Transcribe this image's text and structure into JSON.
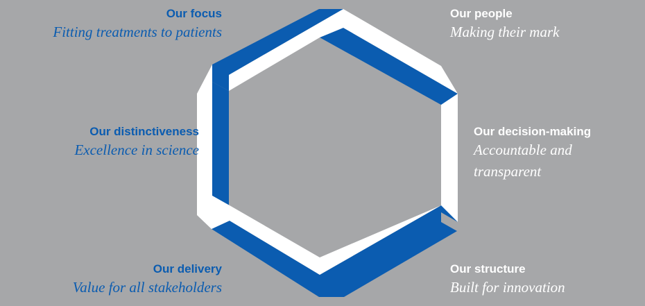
{
  "colors": {
    "background": "#a6a7a9",
    "blue": "#0b5cb0",
    "white": "#ffffff"
  },
  "diagram": {
    "items": [
      {
        "id": "focus",
        "title": "Our focus",
        "subtitle": "Fitting treatments to patients",
        "side": "left"
      },
      {
        "id": "people",
        "title": "Our people",
        "subtitle": "Making their mark",
        "side": "right"
      },
      {
        "id": "distinctiveness",
        "title": "Our distinctiveness",
        "subtitle": "Excellence in science",
        "side": "left"
      },
      {
        "id": "decision",
        "title": "Our decision-making",
        "subtitle": "Accountable and transparent",
        "side": "right"
      },
      {
        "id": "delivery",
        "title": "Our delivery",
        "subtitle": "Value for all stakeholders",
        "side": "left"
      },
      {
        "id": "structure",
        "title": "Our structure",
        "subtitle": "Built for innovation",
        "side": "right"
      }
    ]
  }
}
